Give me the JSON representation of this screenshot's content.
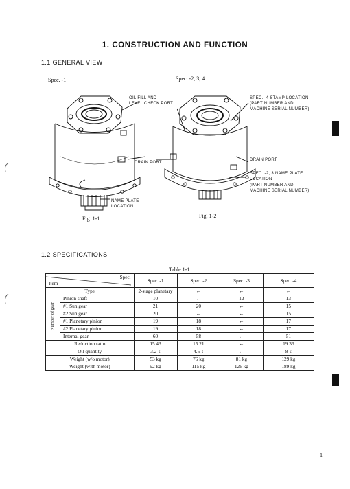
{
  "title": "1.  CONSTRUCTION AND FUNCTION",
  "sec_general": "1.1  GENERAL VIEW",
  "spec1_label": "Spec. -1",
  "spec234_label": "Spec. -2, 3, 4",
  "callouts": {
    "oil_fill": "OIL FILL AND",
    "level_check": "LEVEL CHECK PORT",
    "drain_port_1": "DRAIN PORT",
    "name_plate_1a": "NAME PLATE",
    "name_plate_1b": "LOCATION",
    "stamp_1": "SPEC. -4 STAMP LOCATION",
    "stamp_2": "(PART NUMBER AND",
    "stamp_3": "MACHINE SERIAL NUMBER)",
    "drain_port_2": "DRAIN PORT",
    "np2_1": "SPEC. -2, 3 NAME PLATE",
    "np2_2": "LOCATION",
    "np2_3": "(PART NUMBER AND",
    "np2_4": "MACHINE SERIAL NUMBER)"
  },
  "fig1": "Fig. 1-1",
  "fig2": "Fig. 1-2",
  "sec_spec": "1.2  SPECIFICATIONS",
  "table_caption": "Table 1-1",
  "table": {
    "item": "Item",
    "spec": "Spec.",
    "group_label": "Number of gear",
    "columns": [
      "Spec. -1",
      "Spec. -2",
      "Spec. -3",
      "Spec. -4"
    ],
    "rows": [
      {
        "label": "Type",
        "values": [
          "2-stage planetary",
          "←",
          "←",
          "←"
        ]
      },
      {
        "label": "Pinion shaft",
        "values": [
          "10",
          "←",
          "12",
          "13"
        ]
      },
      {
        "label": "#1 Sun gear",
        "values": [
          "21",
          "20",
          "←",
          "15"
        ]
      },
      {
        "label": "#2 Sun gear",
        "values": [
          "20",
          "←",
          "←",
          "15"
        ]
      },
      {
        "label": "#1 Planetary pinion",
        "values": [
          "19",
          "18",
          "←",
          "17"
        ]
      },
      {
        "label": "#2 Planetary pinion",
        "values": [
          "19",
          "18",
          "←",
          "17"
        ]
      },
      {
        "label": "Internal gear",
        "values": [
          "60",
          "58",
          "←",
          "51"
        ]
      },
      {
        "label": "Reduction ratio",
        "values": [
          "15.43",
          "15.21",
          "←",
          "19.36"
        ]
      },
      {
        "label": "Oil quantity",
        "values": [
          "3.2 ℓ",
          "4.5 ℓ",
          "←",
          "8 ℓ"
        ]
      },
      {
        "label": "Weight (w/o motor)",
        "values": [
          "53 kg",
          "76 kg",
          "81 kg",
          "129 kg"
        ]
      },
      {
        "label": "Weight (with motor)",
        "values": [
          "92 kg",
          "115 kg",
          "126 kg",
          "189 kg"
        ]
      }
    ]
  },
  "page_number": "1"
}
